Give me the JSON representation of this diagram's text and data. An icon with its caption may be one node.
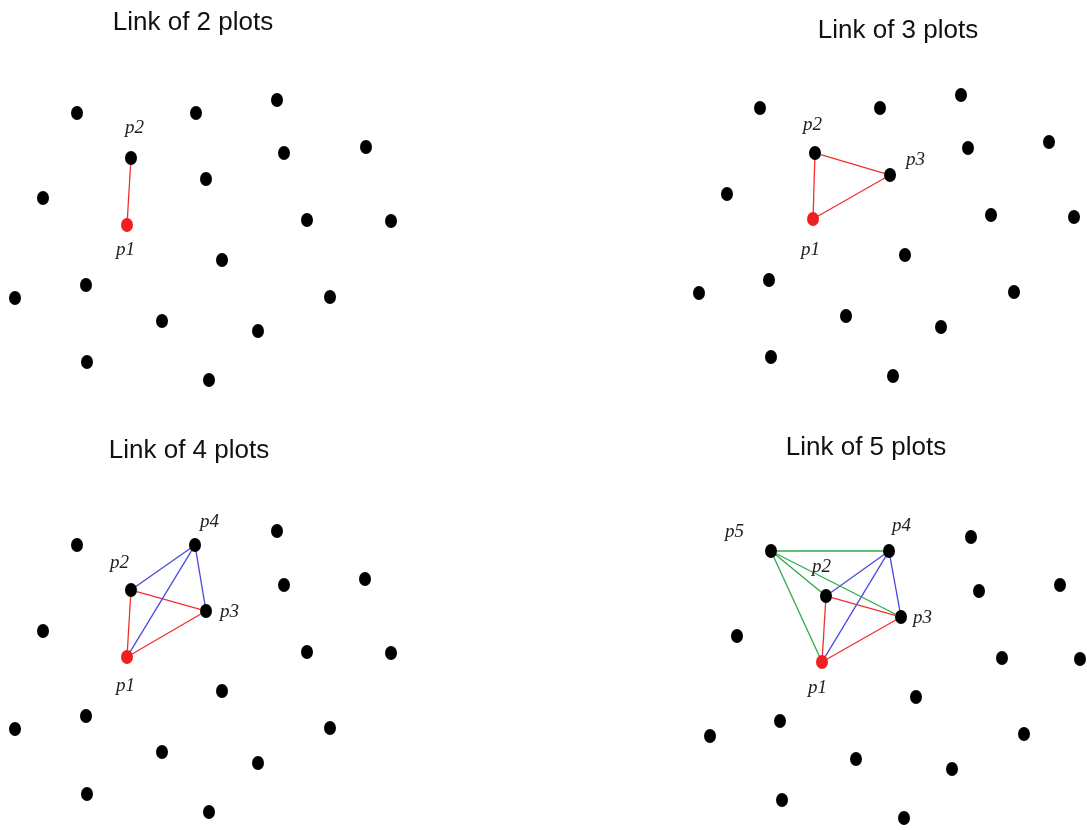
{
  "diagram": {
    "nodes": [
      {
        "text": [],
        "shape": "circle",
        "beside": [
          "p2"
        ]
      },
      {
        "text": [],
        "shape": "circle",
        "beside": [
          "p1"
        ]
      },
      {
        "text": [],
        "shape": "circle",
        "beside": [
          "p2"
        ]
      },
      {
        "text": [],
        "shape": "circle",
        "beside": [
          "p3"
        ]
      },
      {
        "text": [],
        "shape": "circle",
        "beside": [
          "p1"
        ]
      },
      {
        "text": [],
        "shape": "circle",
        "beside": [
          "p4"
        ]
      },
      {
        "text": [],
        "shape": "circle",
        "beside": [
          "p2"
        ]
      },
      {
        "text": [],
        "shape": "circle",
        "beside": [
          "p3"
        ]
      },
      {
        "text": [],
        "shape": "circle",
        "beside": [
          "p1"
        ]
      },
      {
        "text": [],
        "shape": "circle",
        "beside": [
          "p5"
        ]
      },
      {
        "text": [],
        "shape": "circle",
        "beside": [
          "p4"
        ]
      },
      {
        "text": [],
        "shape": "circle",
        "beside": [
          "p2"
        ]
      },
      {
        "text": [],
        "shape": "circle",
        "beside": [
          "p3"
        ]
      },
      {
        "text": [],
        "shape": "circle",
        "beside": [
          "p1"
        ]
      }
    ],
    "edges": [
      {
        "from": 1,
        "to": 0,
        "arrow": "none"
      },
      {
        "from": 4,
        "to": 2,
        "arrow": "none"
      },
      {
        "from": 2,
        "to": 3,
        "arrow": "none"
      },
      {
        "from": 3,
        "to": 4,
        "arrow": "none"
      },
      {
        "from": 8,
        "to": 6,
        "arrow": "none"
      },
      {
        "from": 6,
        "to": 7,
        "arrow": "none"
      },
      {
        "from": 7,
        "to": 8,
        "arrow": "none"
      },
      {
        "from": 8,
        "to": 5,
        "arrow": "none",
        "color": "#4a4ae0"
      },
      {
        "from": 6,
        "to": 5,
        "arrow": "none",
        "color": "#4a4ae0"
      },
      {
        "from": 7,
        "to": 5,
        "arrow": "none",
        "color": "#4a4ae0"
      },
      {
        "from": 13,
        "to": 11,
        "arrow": "none"
      },
      {
        "from": 11,
        "to": 12,
        "arrow": "none"
      },
      {
        "from": 12,
        "to": 13,
        "arrow": "none"
      },
      {
        "from": 13,
        "to": 10,
        "arrow": "none",
        "color": "#4a4ae0"
      },
      {
        "from": 11,
        "to": 10,
        "arrow": "none",
        "color": "#4a4ae0"
      },
      {
        "from": 12,
        "to": 10,
        "arrow": "none",
        "color": "#4a4ae0"
      },
      {
        "from": 9,
        "to": 13,
        "arrow": "none",
        "color": "#2eaa4a"
      },
      {
        "from": 9,
        "to": 11,
        "arrow": "none",
        "color": "#2eaa4a"
      },
      {
        "from": 9,
        "to": 12,
        "arrow": "none",
        "color": "#2eaa4a"
      },
      {
        "from": 9,
        "to": 10,
        "arrow": "none",
        "color": "#2eaa4a"
      }
    ],
    "labels": [
      "Link of 2 plots",
      "Link of 3 plots",
      "Link of 4 plots",
      "Link of 5 plots"
    ]
  }
}
